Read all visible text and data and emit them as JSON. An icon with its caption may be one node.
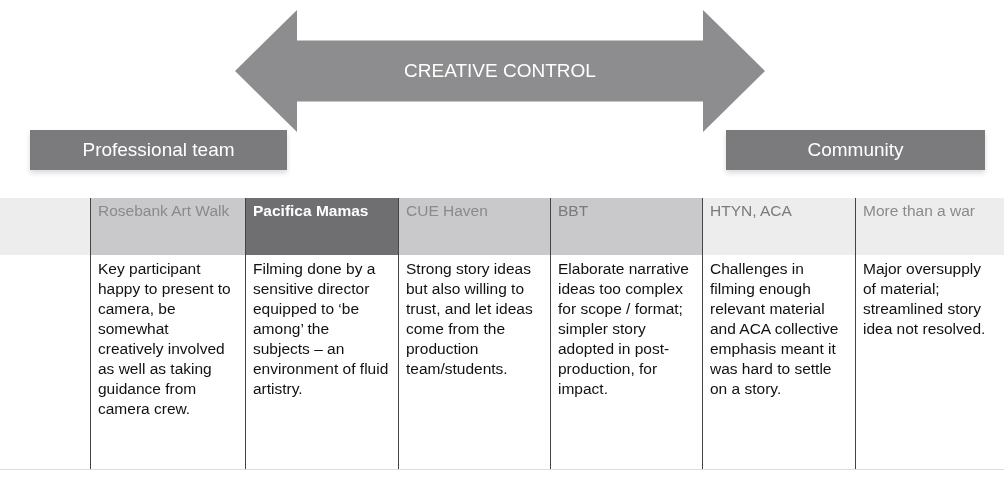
{
  "diagram": {
    "nodes": [
      {
        "text": [
          "CREATIVE CONTROL"
        ]
      },
      {
        "text": [
          "Professional team"
        ]
      },
      {
        "text": [
          "Community"
        ]
      }
    ],
    "labels": [
      "Rosebank Art Walk",
      "Pacifica Mamas",
      "CUE Haven",
      "BBT",
      "HTYN, ACA",
      "More than a war",
      "Key participant happy to present to camera, be somewhat creatively involved as well as taking guidance from camera crew.",
      "Filming done by a sensitive director equipped to ‘be among’ the subjects – an environment of fluid artistry.",
      "Strong story ideas but also willing to trust, and let ideas come from the production team/students.",
      "Elaborate narrative ideas too complex for scope / format; simpler story adopted in post-production, for impact.",
      "Challenges in filming enough relevant material and ACA collective emphasis meant it was hard to settle on a story.",
      "Major oversupply of material; streamlined story idea not resolved."
    ]
  }
}
